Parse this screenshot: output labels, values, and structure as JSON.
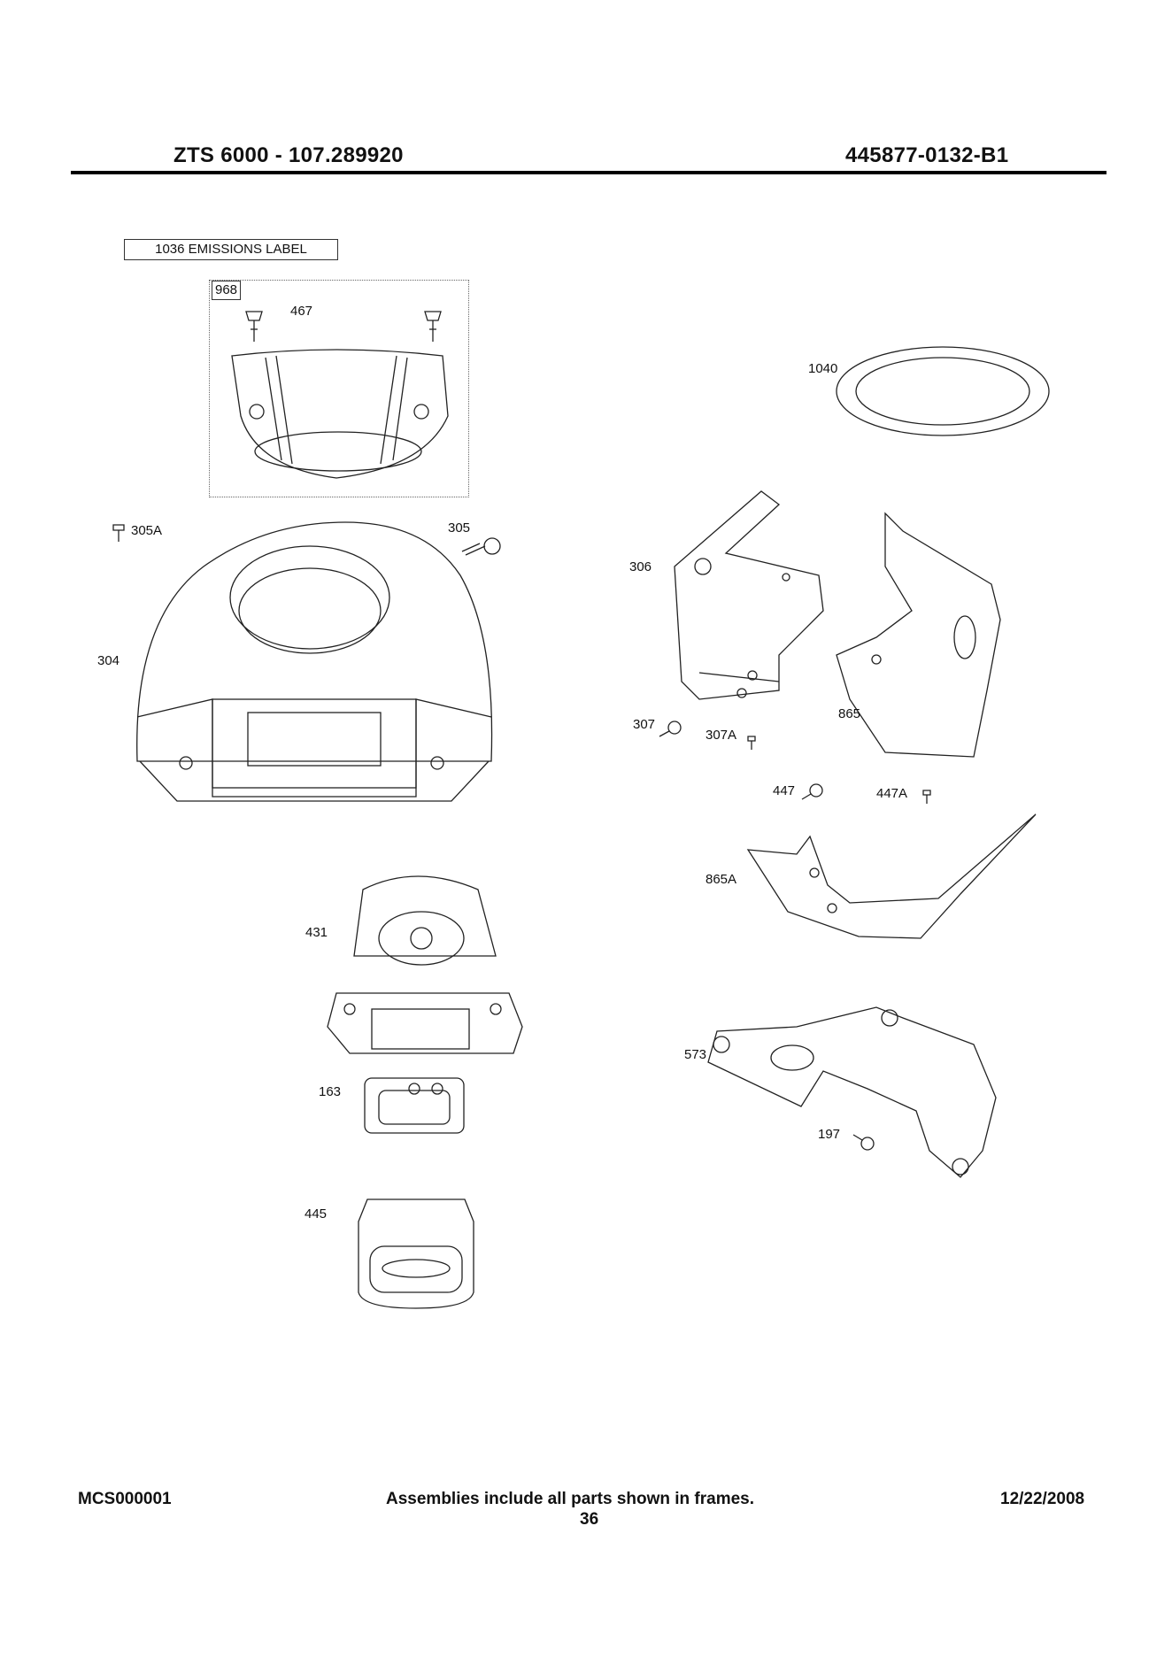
{
  "header": {
    "left": "ZTS 6000 - 107.289920",
    "right": "445877-0132-B1"
  },
  "emissions_label": "1036 EMISSIONS LABEL",
  "frame_tag": "968",
  "parts": [
    {
      "id": "467"
    },
    {
      "id": "1040"
    },
    {
      "id": "305A"
    },
    {
      "id": "305"
    },
    {
      "id": "306"
    },
    {
      "id": "304"
    },
    {
      "id": "865"
    },
    {
      "id": "307"
    },
    {
      "id": "307A"
    },
    {
      "id": "447"
    },
    {
      "id": "447A"
    },
    {
      "id": "865A"
    },
    {
      "id": "431"
    },
    {
      "id": "573"
    },
    {
      "id": "163"
    },
    {
      "id": "197"
    },
    {
      "id": "445"
    }
  ],
  "footer": {
    "left": "MCS000001",
    "center": "Assemblies include all parts shown in frames.",
    "page": "36",
    "right": "12/22/2008"
  }
}
